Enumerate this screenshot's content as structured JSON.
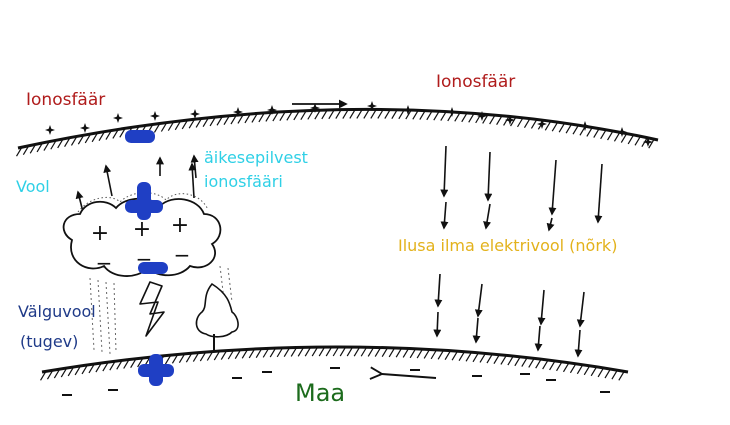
{
  "labels": {
    "ionosphere_left": "Ionosfäär",
    "ionosphere_right": "Ionosfäär",
    "storm_to_ionosphere_line1": "äikesepilvest",
    "storm_to_ionosphere_line2": "ionosfääri",
    "current": "Vool",
    "fair_weather_current": "Ilusa ilma elektrivool (nõrk)",
    "lightning_current_line1": "Välguvool",
    "lightning_current_line2": "(tugev)",
    "earth": "Maa"
  },
  "cloud_charges": {
    "top": [
      "+",
      "+",
      "+"
    ],
    "bottom": [
      "−",
      "−",
      "−"
    ]
  },
  "colors": {
    "ionosphere_label": "#b01c1c",
    "storm_label": "#2fd0e6",
    "fair_weather_label": "#e3b21c",
    "lightning_label": "#1f3a88",
    "earth_label": "#1c6b1c",
    "charge_marker": "#1f3fc4"
  },
  "icons": [
    "star-icon",
    "arrow-icon",
    "lightning-bolt-icon",
    "tree-icon",
    "plus-charge-marker",
    "minus-charge-marker"
  ]
}
